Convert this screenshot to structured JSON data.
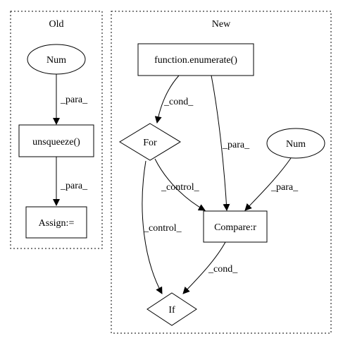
{
  "clusters": {
    "old": {
      "label": "Old"
    },
    "new": {
      "label": "New"
    }
  },
  "nodes": {
    "old_num": {
      "label": "Num"
    },
    "unsqueeze": {
      "label": "unsqueeze()"
    },
    "assign": {
      "label": "Assign:="
    },
    "enumerate": {
      "label": "function.enumerate()"
    },
    "for": {
      "label": "For"
    },
    "new_num": {
      "label": "Num"
    },
    "compare": {
      "label": "Compare:r"
    },
    "if": {
      "label": "If"
    }
  },
  "edges": {
    "old_num_unsqueeze": {
      "label": "_para_"
    },
    "unsqueeze_assign": {
      "label": "_para_"
    },
    "enumerate_for": {
      "label": "_cond_"
    },
    "enumerate_compare": {
      "label": "_para_"
    },
    "new_num_compare": {
      "label": "_para_"
    },
    "for_compare": {
      "label": "_control_"
    },
    "for_if": {
      "label": "_control_"
    },
    "compare_if": {
      "label": "_cond_"
    }
  }
}
